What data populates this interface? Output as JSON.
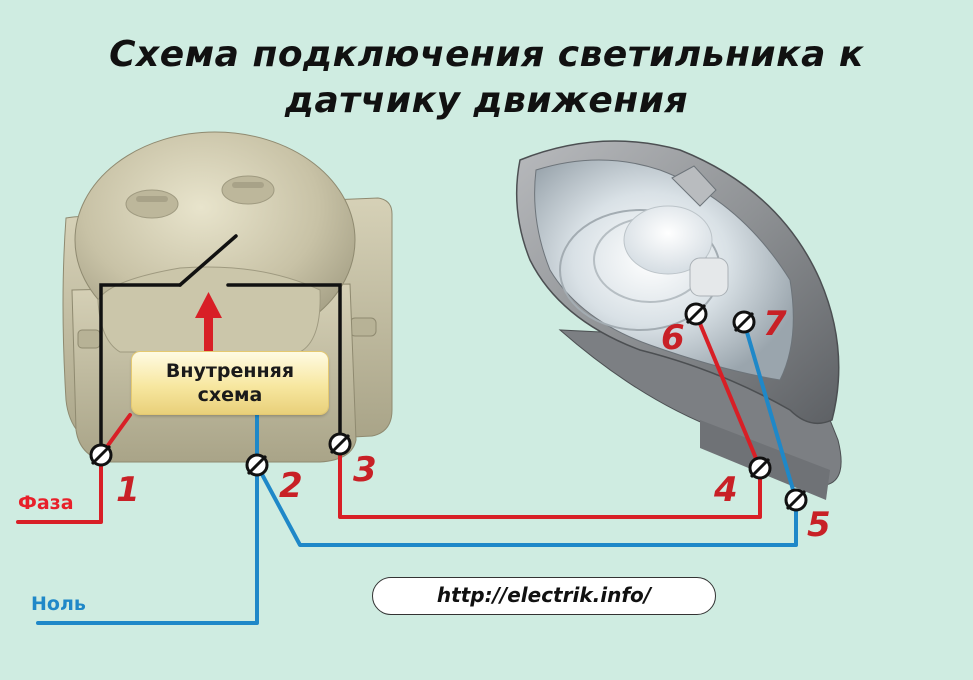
{
  "title": {
    "line1": "Схема подключения светильника к",
    "line2": "датчику движения"
  },
  "sensor": {
    "inner_label_line1": "Внутренняя",
    "inner_label_line2": "схема"
  },
  "wires": {
    "phase_label": "Фаза",
    "neutral_label": "Ноль",
    "phase_color": "#e8202a",
    "neutral_color": "#1f88c8"
  },
  "terminals": [
    "1",
    "2",
    "3",
    "4",
    "5",
    "6",
    "7"
  ],
  "url": "http://electrik.info/",
  "colors": {
    "background": "#cfece1",
    "terminal_number": "#c82026",
    "sensor_body": "#c9c3a7",
    "lamp_body": "#8c8e90"
  },
  "icons": {
    "sensor": "motion-sensor-icon",
    "lamp": "street-lamp-icon",
    "switch": "switch-contact-icon",
    "arrow": "up-arrow-icon",
    "terminal": "screw-terminal-icon"
  }
}
